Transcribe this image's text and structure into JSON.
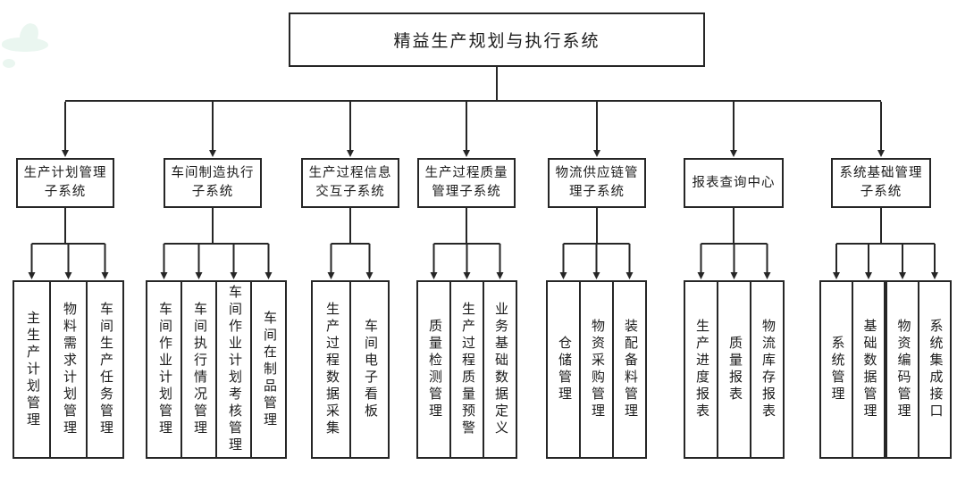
{
  "diagram": {
    "title": "精益生产规划与执行系统",
    "systems": [
      {
        "label": "生产计划管理子系统",
        "lines": [
          "生产计划管理",
          "子系统"
        ],
        "children": [
          "主生产计划管理",
          "物料需求计划管理",
          "车间生产任务管理"
        ]
      },
      {
        "label": "车间制造执行子系统",
        "lines": [
          "车间制造执行",
          "子系统"
        ],
        "children": [
          "车间作业计划管理",
          "车间执行情况管理",
          "车间作业计划考核管理",
          "车间在制品管理"
        ]
      },
      {
        "label": "生产过程信息交互子系统",
        "lines": [
          "生产过程信息",
          "交互子系统"
        ],
        "children": [
          "生产过程数据采集",
          "车间电子看板"
        ]
      },
      {
        "label": "生产过程质量管理子系统",
        "lines": [
          "生产过程质量",
          "管理子系统"
        ],
        "children": [
          "质量检测管理",
          "生产过程质量预警",
          "业务基础数据定义"
        ]
      },
      {
        "label": "物流供应链管理子系统",
        "lines": [
          "物流供应链管",
          "理子系统"
        ],
        "children": [
          "仓储管理",
          "物资采购管理",
          "装配备料管理"
        ]
      },
      {
        "label": "报表查询中心",
        "lines": [
          "报表查询中心"
        ],
        "children": [
          "生产进度报表",
          "质量报表",
          "物流库存报表"
        ]
      },
      {
        "label": "系统基础管理子系统",
        "lines": [
          "系统基础管理",
          "子系统"
        ],
        "children": [
          "系统管理",
          "基础数据管理",
          "物资编码管理",
          "系统集成接口"
        ]
      }
    ],
    "colors": {
      "line": "#262626",
      "box_border": "#262626",
      "background": "#ffffff",
      "watermark": "#eaf6f0"
    }
  }
}
